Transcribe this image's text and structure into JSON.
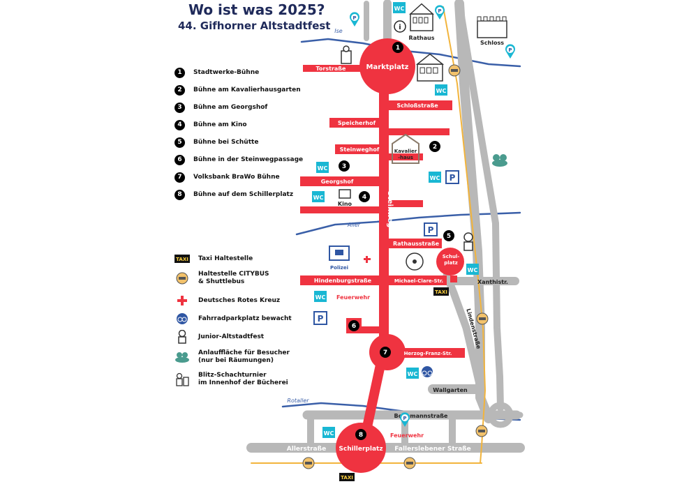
{
  "title": "Wo ist was 2025?",
  "subtitle": "44. Gifhorner Altstadtfest",
  "stages_legend": [
    {
      "num": "1",
      "label": "Stadtwerke-Bühne"
    },
    {
      "num": "2",
      "label": "Bühne am Kavalierhausgarten"
    },
    {
      "num": "3",
      "label": "Bühne am Georgshof"
    },
    {
      "num": "4",
      "label": "Bühne am Kino"
    },
    {
      "num": "5",
      "label": "Bühne bei Schütte"
    },
    {
      "num": "6",
      "label": "Bühne  in der Steinwegpassage"
    },
    {
      "num": "7",
      "label": "Volksbank BraWo Bühne"
    },
    {
      "num": "8",
      "label": "Bühne auf dem Schillerplatz"
    }
  ],
  "symbols_legend": [
    {
      "icon": "taxi-icon",
      "label": "Taxi Haltestelle"
    },
    {
      "icon": "bus-stop-icon",
      "label": "Haltestelle CITYBUS\n& Shuttlebus"
    },
    {
      "icon": "red-cross-icon",
      "label": "Deutsches Rotes Kreuz"
    },
    {
      "icon": "bicycle-parking-icon",
      "label": "Fahrradparkplatz bewacht"
    },
    {
      "icon": "junior-icon",
      "label": "Junior-Altstadtfest"
    },
    {
      "icon": "assembly-point-icon",
      "label": "Anlauffläche für Besucher\n(nur bei Räumungen)"
    },
    {
      "icon": "chess-icon",
      "label": "Blitz-Schachturnier\nim Innenhof der Bücherei"
    }
  ],
  "map_labels": {
    "marktplatz": "Marktplatz",
    "schillerplatz": "Schillerplatz",
    "steinweg": "Steinweg",
    "schulplatz": "Schul-\nplatz",
    "torstrasse": "Torstraße",
    "schlossstrasse": "Schloßstraße",
    "speicherhof": "Speicherhof",
    "steinweghof": "Steinweghof",
    "georgshof": "Georgshof",
    "rathausstrasse": "Rathausstraße",
    "hindenburgstrasse": "Hindenburgstraße",
    "michael_clare": "Michael-Clare-Str.",
    "xanthistr": "Xanthistr.",
    "lindenstrasse": "Lindenstraße",
    "herzog_franz": "Herzog-Franz-Str.",
    "wallgarten": "Wallgarten",
    "bodemannstrasse": "Bodemannstraße",
    "allerstrasse": "Allerstraße",
    "fallersleber": "Fallerslebener Straße",
    "ise": "Ise",
    "aller": "Aller",
    "rotaller": "Rotaller",
    "rathaus": "Rathaus",
    "schloss": "Schloss",
    "kavalierhaus": "Kavalier\n-haus",
    "kino": "Kino",
    "polizei": "Polizei",
    "feuerwehr_1": "Feuerwehr",
    "feuerwehr_2": "Feuerwehr",
    "wc": "WC",
    "parking": "P",
    "taxi": "TAXI",
    "info": "i"
  },
  "colors": {
    "festival_red": "#ef3340",
    "road_grey": "#b8b8b8",
    "river_blue": "#3a5fa8",
    "bus_line": "#f2b43c",
    "wc_cyan": "#19b7d3",
    "parking_blue": "#2f56a3",
    "title_navy": "#1f2a5a"
  }
}
